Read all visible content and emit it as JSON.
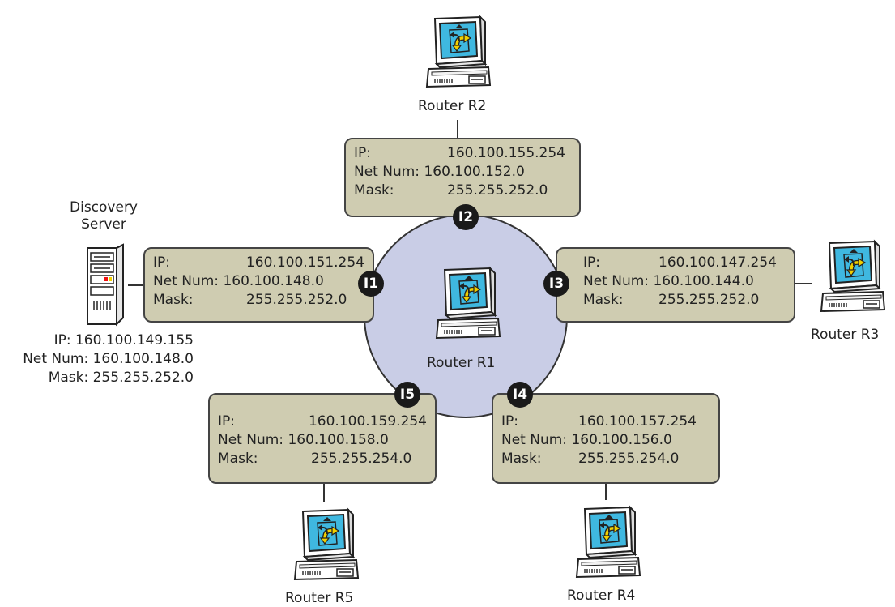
{
  "routers": {
    "r1": {
      "label": "Router R1"
    },
    "r2": {
      "label": "Router R2"
    },
    "r3": {
      "label": "Router R3"
    },
    "r4": {
      "label": "Router R4"
    },
    "r5": {
      "label": "Router R5"
    }
  },
  "server": {
    "label_line1": "Discovery",
    "label_line2": "Server",
    "ip": "IP: 160.100.149.155",
    "net_num": "Net Num: 160.100.148.0",
    "mask": "Mask: 255.255.252.0"
  },
  "interfaces": {
    "i1": {
      "badge": "I1",
      "ip_key": "IP:",
      "ip": "160.100.151.254",
      "net_key": "Net Num:",
      "net": "160.100.148.0",
      "mask_key": "Mask:",
      "mask": "255.255.252.0"
    },
    "i2": {
      "badge": "I2",
      "ip_key": "IP:",
      "ip": "160.100.155.254",
      "net_key": "Net Num:",
      "net": "160.100.152.0",
      "mask_key": "Mask:",
      "mask": "255.255.252.0"
    },
    "i3": {
      "badge": "I3",
      "ip_key": "IP:",
      "ip": "160.100.147.254",
      "net_key": "Net Num:",
      "net": "160.100.144.0",
      "mask_key": "Mask:",
      "mask": "255.255.252.0"
    },
    "i4": {
      "badge": "I4",
      "ip_key": "IP:",
      "ip": "160.100.157.254",
      "net_key": "Net Num:",
      "net": "160.100.156.0",
      "mask_key": "Mask:",
      "mask": "255.255.254.0"
    },
    "i5": {
      "badge": "I5",
      "ip_key": "IP:",
      "ip": "160.100.159.254",
      "net_key": "Net Num:",
      "net": "160.100.158.0",
      "mask_key": "Mask:",
      "mask": "255.255.254.0"
    }
  },
  "colors": {
    "box_fill": "#cfccb1",
    "circle_fill": "#c9cde6",
    "screen": "#3fb8e0",
    "arrow": "#f2d000",
    "badge": "#1a1a1a"
  },
  "icons": {
    "router": "router-computer-icon",
    "server": "server-tower-icon"
  }
}
